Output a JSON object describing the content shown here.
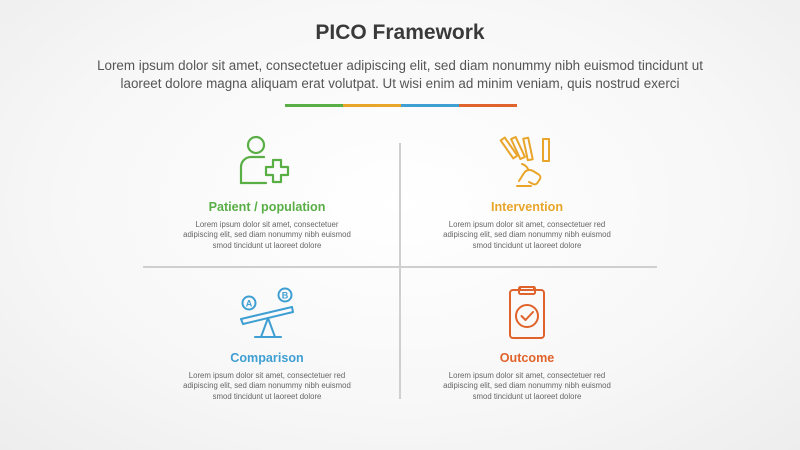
{
  "header": {
    "title": "PICO Framework",
    "subtitle_line1": "Lorem ipsum dolor sit amet, consectetuer adipiscing elit, sed diam nonummy nibh euismod tincidunt ut",
    "subtitle_line2": "laoreet dolore magna aliquam erat volutpat. Ut wisi enim ad minim veniam, quis nostrud exerci"
  },
  "colors": {
    "green": "#5aae46",
    "orange": "#e9a52a",
    "blue": "#3f9fd3",
    "red": "#e0632b"
  },
  "quadrants": [
    {
      "label": "Patient / population",
      "icon": "patient-add-icon",
      "color": "#5aae46",
      "desc_line1": "Lorem ipsum dolor sit amet, consectetuer",
      "desc_line2": "adipiscing elit, sed diam nonummy nibh euismod",
      "desc_line3": "smod tincidunt ut laoreet dolore"
    },
    {
      "label": "Intervention",
      "icon": "hand-dominoes-icon",
      "color": "#e9a52a",
      "desc_line1": "Lorem ipsum dolor sit amet, consectetuer red",
      "desc_line2": "adipiscing elit, sed diam nonummy nibh euismod",
      "desc_line3": "smod tincidunt ut laoreet dolore"
    },
    {
      "label": "Comparison",
      "icon": "seesaw-ab-icon",
      "color": "#3f9fd3",
      "desc_line1": "Lorem ipsum dolor sit amet, consectetuer red",
      "desc_line2": "adipiscing elit, sed diam nonummy nibh euismod",
      "desc_line3": "smod tincidunt ut laoreet dolore"
    },
    {
      "label": "Outcome",
      "icon": "clipboard-check-icon",
      "color": "#e0632b",
      "desc_line1": "Lorem ipsum dolor sit amet, consectetuer red",
      "desc_line2": "adipiscing elit, sed diam nonummy nibh euismod",
      "desc_line3": "smod tincidunt ut laoreet dolore"
    }
  ]
}
